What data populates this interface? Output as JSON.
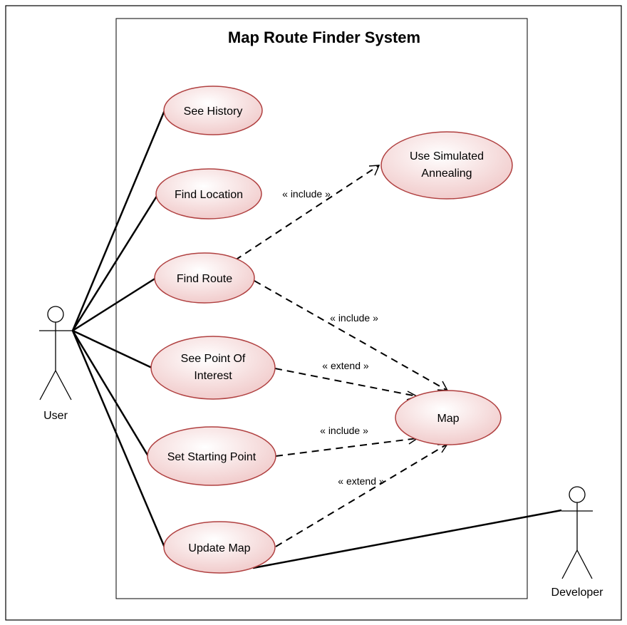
{
  "diagram": {
    "title": "Map Route Finder System",
    "actors": {
      "user": "User",
      "developer": "Developer"
    },
    "use_cases": {
      "see_history": [
        "See History"
      ],
      "find_location": [
        "Find Location"
      ],
      "find_route": [
        "Find Route"
      ],
      "see_poi": [
        "See Point Of",
        "Interest"
      ],
      "set_start": [
        "Set Starting Point"
      ],
      "update_map": [
        "Update Map"
      ],
      "simulated_annealing": [
        "Use Simulated",
        "Annealing"
      ],
      "map": [
        "Map"
      ]
    },
    "relations": {
      "route_to_annealing": "« include »",
      "route_to_map": "« include »",
      "poi_to_map": "« extend »",
      "start_to_map": "« include »",
      "update_to_map": "« extend »"
    },
    "colors": {
      "use_case_fill_light": "#ffffff",
      "use_case_fill_dark": "#f0c8c8",
      "use_case_border": "#b04040"
    }
  }
}
